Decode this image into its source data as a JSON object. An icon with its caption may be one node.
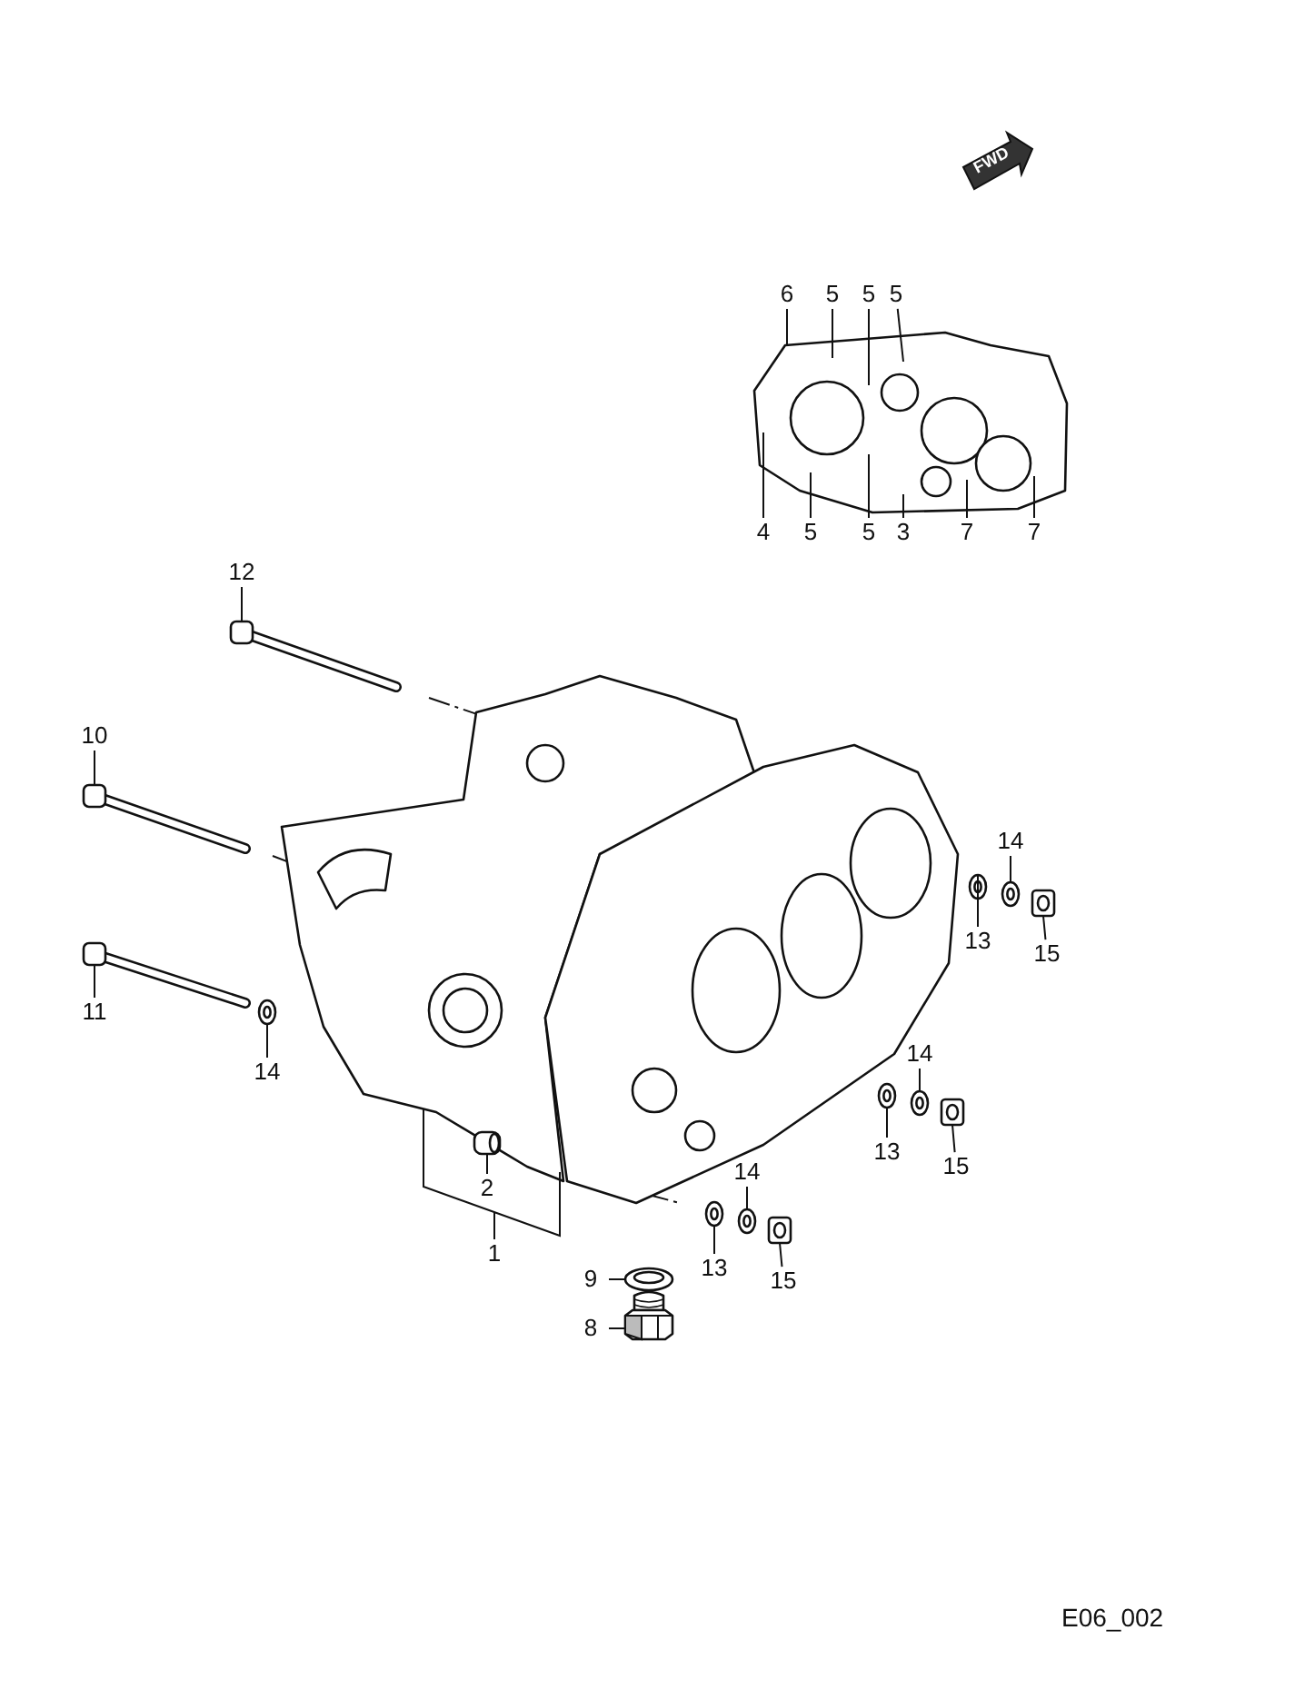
{
  "diagram": {
    "nodes": [
      {
        "text": [
          "6"
        ]
      },
      {
        "text": [
          "5"
        ]
      },
      {
        "text": [
          "5"
        ]
      },
      {
        "text": [
          "5"
        ]
      },
      {
        "text": [
          "4"
        ]
      },
      {
        "text": [
          "5"
        ]
      },
      {
        "text": [
          "5"
        ]
      },
      {
        "text": [
          "3"
        ]
      },
      {
        "text": [
          "7"
        ]
      },
      {
        "text": [
          "7"
        ]
      },
      {
        "text": [
          "12"
        ]
      },
      {
        "text": [
          "10"
        ]
      },
      {
        "text": [
          "14"
        ]
      },
      {
        "text": [
          "13"
        ]
      },
      {
        "text": [
          "15"
        ]
      },
      {
        "text": [
          "11"
        ]
      },
      {
        "text": [
          "14"
        ]
      },
      {
        "text": [
          "14"
        ]
      },
      {
        "text": [
          "13"
        ]
      },
      {
        "text": [
          "15"
        ]
      },
      {
        "text": [
          "14"
        ]
      },
      {
        "text": [
          "2"
        ]
      },
      {
        "text": [
          "1"
        ]
      },
      {
        "text": [
          "13"
        ]
      },
      {
        "text": [
          "15"
        ]
      },
      {
        "text": [
          "9"
        ]
      },
      {
        "text": [
          "8"
        ]
      },
      {
        "text": [],
        "shape": "picture"
      },
      {
        "text": [],
        "shape": "picture"
      },
      {
        "text": [],
        "shape": "picture"
      },
      {
        "text": [],
        "shape": "picture"
      },
      {
        "text": [],
        "shape": "picture"
      },
      {
        "text": [],
        "shape": "picture"
      },
      {
        "text": [],
        "shape": "picture"
      },
      {
        "text": [],
        "shape": "picture"
      },
      {
        "text": [],
        "shape": "picture"
      },
      {
        "text": [],
        "shape": "picture"
      },
      {
        "text": [],
        "shape": "picture"
      },
      {
        "text": [],
        "shape": "picture"
      },
      {
        "text": [],
        "shape": "picture"
      },
      {
        "text": [],
        "shape": "picture"
      },
      {
        "text": [],
        "shape": "picture"
      },
      {
        "text": [],
        "shape": "picture"
      },
      {
        "text": [],
        "shape": "picture"
      },
      {
        "text": [],
        "shape": "picture"
      }
    ],
    "edges": [
      {
        "from": 0,
        "to": 44,
        "arrow": "none"
      },
      {
        "from": 1,
        "to": 44,
        "arrow": "none"
      },
      {
        "from": 2,
        "to": 44,
        "arrow": "none"
      },
      {
        "from": 3,
        "to": 44,
        "arrow": "none"
      },
      {
        "from": 4,
        "to": 44,
        "arrow": "none"
      },
      {
        "from": 5,
        "to": 44,
        "arrow": "none"
      },
      {
        "from": 6,
        "to": 44,
        "arrow": "none"
      },
      {
        "from": 7,
        "to": 44,
        "arrow": "none"
      },
      {
        "from": 8,
        "to": 44,
        "arrow": "none"
      },
      {
        "from": 9,
        "to": 44,
        "arrow": "none"
      },
      {
        "from": 10,
        "to": 27,
        "arrow": "none"
      },
      {
        "from": 11,
        "to": 28,
        "arrow": "none"
      },
      {
        "from": 12,
        "to": 32,
        "arrow": "none"
      },
      {
        "from": 13,
        "to": 31,
        "arrow": "none"
      },
      {
        "from": 14,
        "to": 33,
        "arrow": "none"
      },
      {
        "from": 15,
        "to": 29,
        "arrow": "none"
      },
      {
        "from": 16,
        "to": 30,
        "arrow": "none"
      },
      {
        "from": 17,
        "to": 35,
        "arrow": "none"
      },
      {
        "from": 18,
        "to": 34,
        "arrow": "none"
      },
      {
        "from": 19,
        "to": 36,
        "arrow": "none"
      },
      {
        "from": 20,
        "to": 38,
        "arrow": "none"
      },
      {
        "from": 21,
        "to": 40,
        "arrow": "none"
      },
      {
        "from": 22,
        "to": 43,
        "arrow": "none"
      },
      {
        "from": 23,
        "to": 37,
        "arrow": "none"
      },
      {
        "from": 24,
        "to": 39,
        "arrow": "none"
      },
      {
        "from": 25,
        "to": 41,
        "arrow": "none"
      },
      {
        "from": 26,
        "to": 42,
        "arrow": "none"
      }
    ],
    "labels": [
      "FWD",
      "E06_002"
    ]
  }
}
